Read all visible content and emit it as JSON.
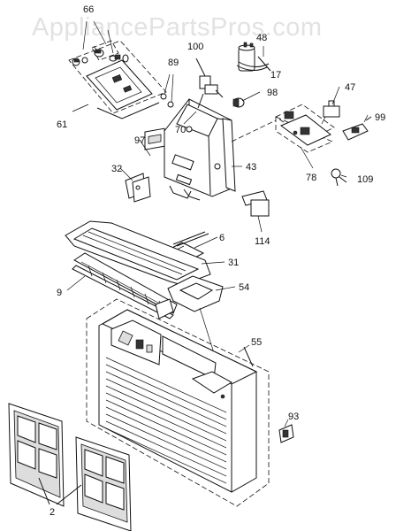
{
  "watermark": "AppliancePartsPros.com",
  "callouts": {
    "c2": "2",
    "c6": "6",
    "c9": "9",
    "c17": "17",
    "c31": "31",
    "c32": "32",
    "c43": "43",
    "c47": "47",
    "c48": "48",
    "c54": "54",
    "c55": "55",
    "c61": "61",
    "c66": "66",
    "c70": "70",
    "c78": "78",
    "c89": "89",
    "c93": "93",
    "c97": "97",
    "c98": "98",
    "c99": "99",
    "c100": "100",
    "c109": "109",
    "c114": "114"
  }
}
